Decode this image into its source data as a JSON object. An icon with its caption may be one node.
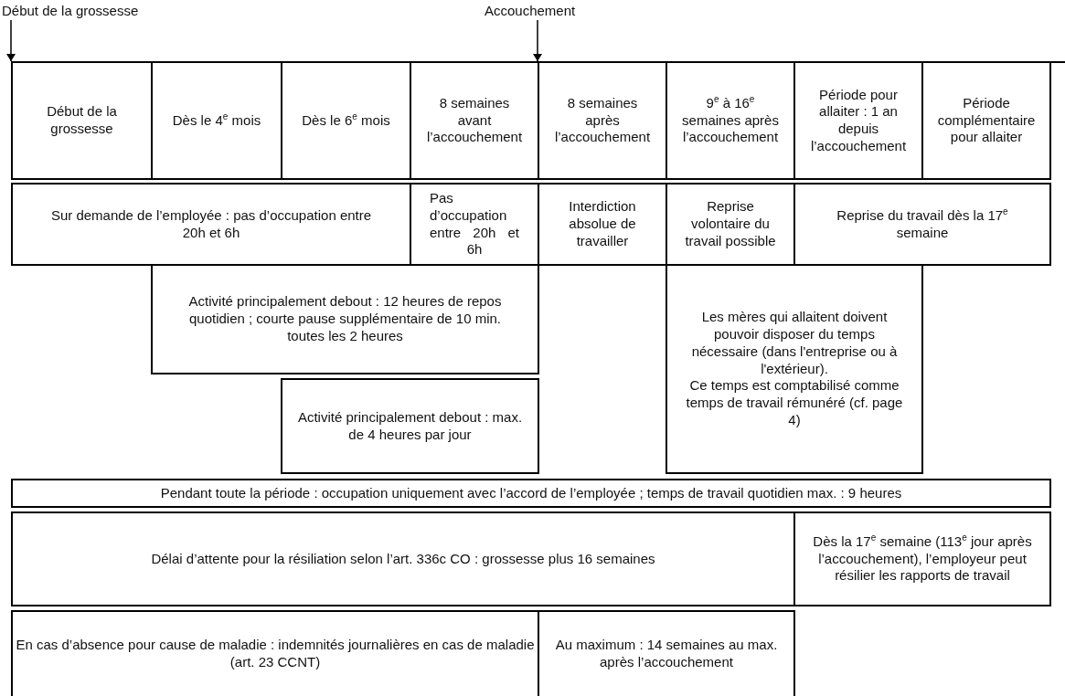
{
  "diagram": {
    "nodes": [
      {
        "text": [
          "Début de la grossesse"
        ]
      },
      {
        "text": [
          "Accouchement"
        ]
      },
      {
        "text": [
          "Début de la grossesse"
        ]
      },
      {
        "text": [
          "Dès le 4$^{e}$ mois"
        ]
      },
      {
        "text": [
          "Dès le 6$^{e}$ mois"
        ]
      },
      {
        "text": [
          "8 semaines avant l’accouchement"
        ]
      },
      {
        "text": [
          "8 semaines après l’accouchement"
        ]
      },
      {
        "text": [
          "9$^{e}$ à 16$^{e}$ semaines après l’accouchement"
        ]
      },
      {
        "text": [
          "Période pour allaiter : 1 an depuis l’accouchement"
        ]
      },
      {
        "text": [
          "Période complémentaire pour allaiter"
        ]
      },
      {
        "text": [
          "Sur demande de l’employée : pas d’occupation entre 20h et 6h"
        ]
      },
      {
        "text": [
          "Pas d’occupation entre 20h et 6h"
        ]
      },
      {
        "text": [
          "Interdiction absolue de travailler"
        ]
      },
      {
        "text": [
          "Reprise volontaire du travail possible"
        ]
      },
      {
        "text": [
          "Reprise du travail dès la 17$^{e}$ semaine"
        ]
      },
      {
        "text": [
          "Activité principalement debout : 12 heures de repos quotidien ; courte pause supplémentaire de 10 min. toutes les 2 heures"
        ]
      },
      {
        "text": [
          "Les mères qui allaitent doivent pouvoir disposer du temps nécessaire (dans l'entreprise ou à l'extérieur).",
          "Ce temps est comptabilisé comme temps de travail rémunéré (cf. page 4)"
        ]
      },
      {
        "text": [
          "Activité principalement debout : max. de 4 heures par jour"
        ]
      },
      {
        "text": [
          "Pendant toute la période : occupation uniquement avec l’accord de l’employée ; temps de travail quotidien max. : 9 heures"
        ]
      },
      {
        "text": [
          "Délai d’attente pour la résiliation selon l’art. 336c CO : grossesse plus 16 semaines"
        ]
      },
      {
        "text": [
          "Dès la 17$^{e}$ semaine (113$^{e}$ jour après l’accouchement), l’employeur peut résilier les rapports de travail"
        ]
      },
      {
        "text": [
          "En cas d’absence pour cause de maladie : indemnités journalières en cas de maladie (art. 23 CCNT)"
        ]
      },
      {
        "text": [
          "Au maximum : 14 semaines au max. après l’accouchement"
        ]
      }
    ],
    "edges": [
      {
        "from": 0,
        "to": 2,
        "arrow": "to"
      },
      {
        "from": 1,
        "to": 6,
        "arrow": "to"
      }
    ]
  }
}
